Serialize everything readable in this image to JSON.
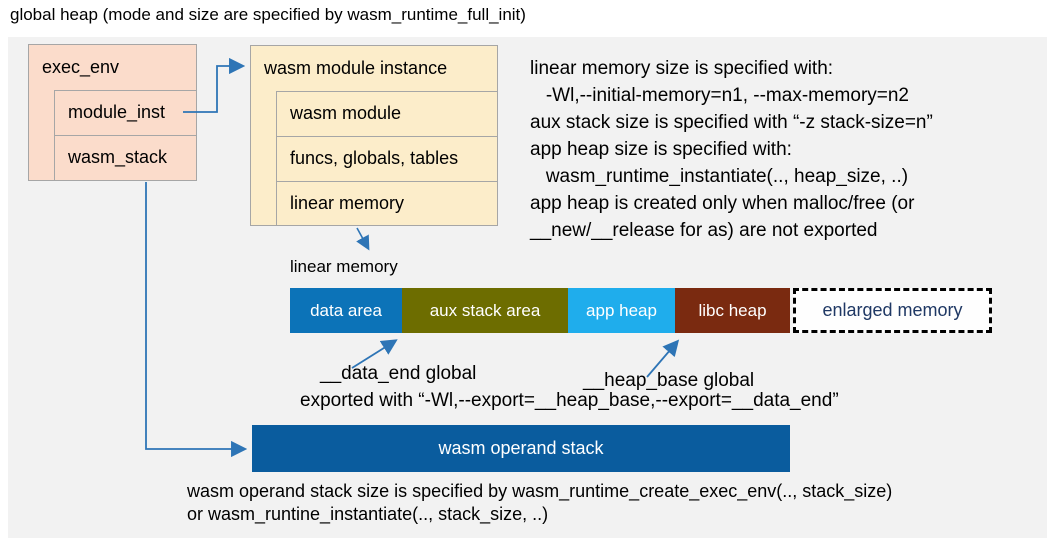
{
  "title": "global heap (mode and size are specified by wasm_runtime_full_init)",
  "exec_env": {
    "header": "exec_env",
    "rows": [
      "module_inst",
      "wasm_stack"
    ]
  },
  "module_instance": {
    "header": "wasm module instance",
    "rows": [
      "wasm module",
      "funcs, globals, tables",
      "linear memory"
    ]
  },
  "notes_right": {
    "lines": [
      "linear memory size is specified with:",
      "   -Wl,--initial-memory=n1, --max-memory=n2",
      "aux stack size is specified with “-z stack-size=n”",
      "app heap size is specified with:",
      "   wasm_runtime_instantiate(.., heap_size, ..)",
      "app heap is created only when malloc/free (or",
      "__new/__release for as) are not exported"
    ]
  },
  "linear_memory": {
    "label": "linear memory",
    "segments": [
      {
        "label": "data area",
        "color": "#0c73b8"
      },
      {
        "label": "aux stack area",
        "color": "#6d6d00"
      },
      {
        "label": "app heap",
        "color": "#1fadec"
      },
      {
        "label": "libc heap",
        "color": "#7a2a10"
      }
    ],
    "enlarged": {
      "label": "enlarged memory",
      "text_color": "#1f3864"
    }
  },
  "annotations": {
    "data_end": "__data_end global",
    "heap_base": "__heap_base global",
    "exported": "exported with “-Wl,--export=__heap_base,--export=__data_end”"
  },
  "operand_stack": {
    "label": "wasm operand stack",
    "color": "#0a5c9e",
    "notes": [
      "wasm operand stack size is specified by wasm_runtime_create_exec_env(.., stack_size)",
      "or wasm_runtine_instantiate(.., stack_size, ..)"
    ]
  },
  "arrow_color": "#2e75b6",
  "canvas_color": "#f2f2f2",
  "box_colors": {
    "exec_env": "#fbdccb",
    "module_instance": "#fcedca",
    "border": "#a6a6a6"
  }
}
